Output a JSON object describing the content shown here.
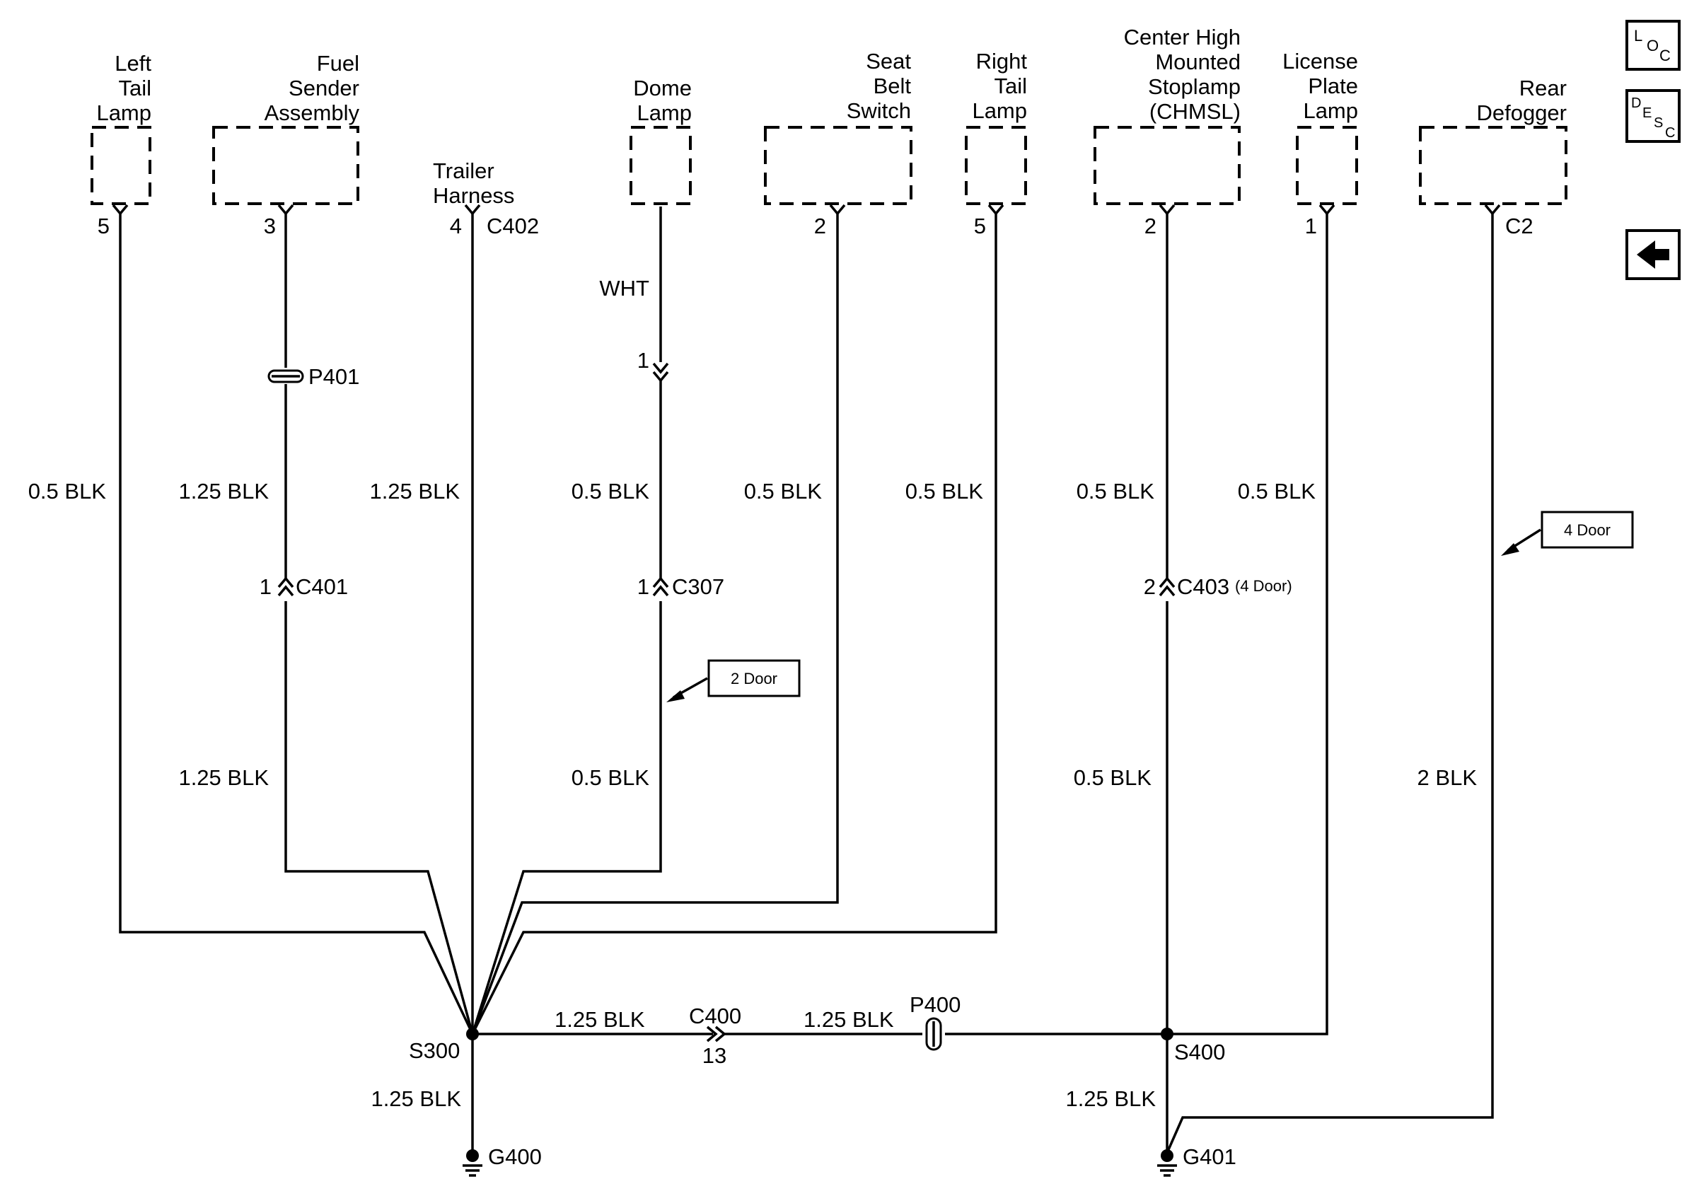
{
  "components": {
    "left_tail_lamp": [
      "Left",
      "Tail",
      "Lamp"
    ],
    "fuel_sender": [
      "Fuel",
      "Sender",
      "Assembly"
    ],
    "trailer_harness": [
      "Trailer",
      "Harness"
    ],
    "dome_lamp": [
      "Dome",
      "Lamp"
    ],
    "seat_belt_switch": [
      "Seat",
      "Belt",
      "Switch"
    ],
    "right_tail_lamp": [
      "Right",
      "Tail",
      "Lamp"
    ],
    "chmsl": [
      "Center High",
      "Mounted",
      "Stoplamp",
      "(CHMSL)"
    ],
    "license_plate_lamp": [
      "License",
      "Plate",
      "Lamp"
    ],
    "rear_defogger": [
      "Rear",
      "Defogger"
    ]
  },
  "pins": {
    "left_tail": "5",
    "fuel_sender": "3",
    "trailer": "4",
    "seat_belt": "2",
    "right_tail": "5",
    "chmsl": "2",
    "license": "1",
    "dome_c307_top": "1",
    "c401": "1",
    "c307": "1",
    "c403": "2",
    "c400": "13"
  },
  "connectors": {
    "c402": "C402",
    "c2": "C2",
    "p401": "P401",
    "c401": "C401",
    "c307": "C307",
    "c403": "C403",
    "c403_note": "(4 Door)",
    "c400": "C400",
    "p400": "P400"
  },
  "wires": {
    "dome_top": "WHT",
    "left_tail": "0.5 BLK",
    "fuel_upper": "1.25 BLK",
    "trailer": "1.25 BLK",
    "dome_mid": "0.5 BLK",
    "seat_belt": "0.5 BLK",
    "right_tail": "0.5 BLK",
    "chmsl_upper": "0.5 BLK",
    "license": "0.5 BLK",
    "fuel_lower": "1.25 BLK",
    "dome_lower": "0.5 BLK",
    "chmsl_lower": "0.5 BLK",
    "defogger": "2 BLK",
    "s300_to_c400": "1.25 BLK",
    "c400_to_p400": "1.25 BLK",
    "s300_to_g400": "1.25 BLK",
    "s400_to_g401": "1.25 BLK"
  },
  "splices": {
    "s300": "S300",
    "s400": "S400"
  },
  "grounds": {
    "g400": "G400",
    "g401": "G401"
  },
  "notes": {
    "two_door": "2 Door",
    "four_door": "4 Door"
  },
  "nav": {
    "loc": {
      "l": "L",
      "o": "O",
      "c": "C"
    },
    "desc": {
      "d": "D",
      "e": "E",
      "s": "S",
      "c": "C"
    }
  }
}
